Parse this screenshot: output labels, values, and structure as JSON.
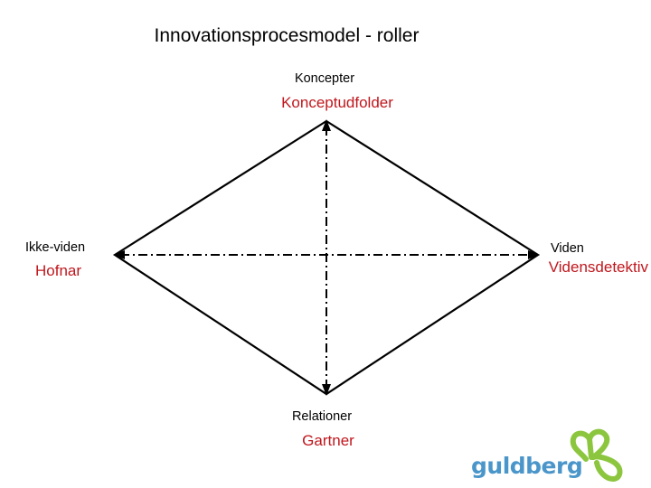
{
  "title": "Innovationsprocesmodel - roller",
  "axes": {
    "top": "Koncepter",
    "bottom": "Relationer",
    "left": "Ikke-viden",
    "right": "Viden"
  },
  "roles": {
    "top": "Konceptudfolder",
    "bottom": "Gartner",
    "left": "Hofnar",
    "right": "Vidensdetektiv"
  },
  "logo": {
    "text": "guldberg",
    "icon": "butterfly-icon"
  },
  "colors": {
    "text": "#000000",
    "role": "#c0171d",
    "lines": "#000000",
    "logo_text": "#4a95c9",
    "logo_mark": "#8cc63f"
  }
}
